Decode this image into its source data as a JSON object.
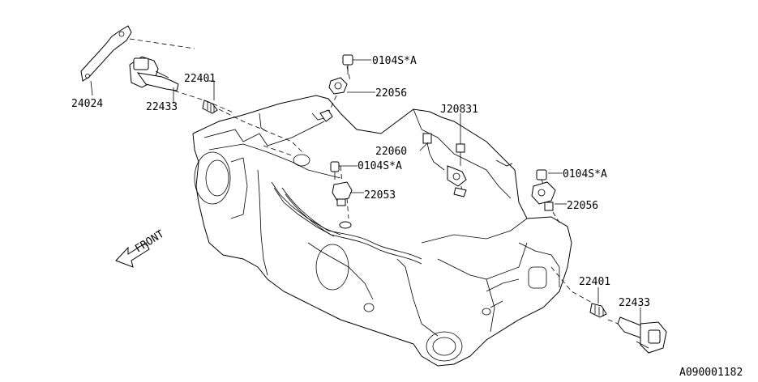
{
  "diagram": {
    "labels": {
      "bracket": "24024",
      "coil_left": "22433",
      "plug_left": "22401",
      "bolt_top": "0104S*A",
      "sensor_top": "22056",
      "bolt_j": "J20831",
      "sensor_knock": "22060",
      "bolt_mid": "0104S*A",
      "sensor_mid": "22053",
      "bolt_right": "0104S*A",
      "sensor_right": "22056",
      "plug_right": "22401",
      "coil_right": "22433",
      "front_arrow": "FRONT",
      "drawing_code": "A090001182"
    }
  }
}
